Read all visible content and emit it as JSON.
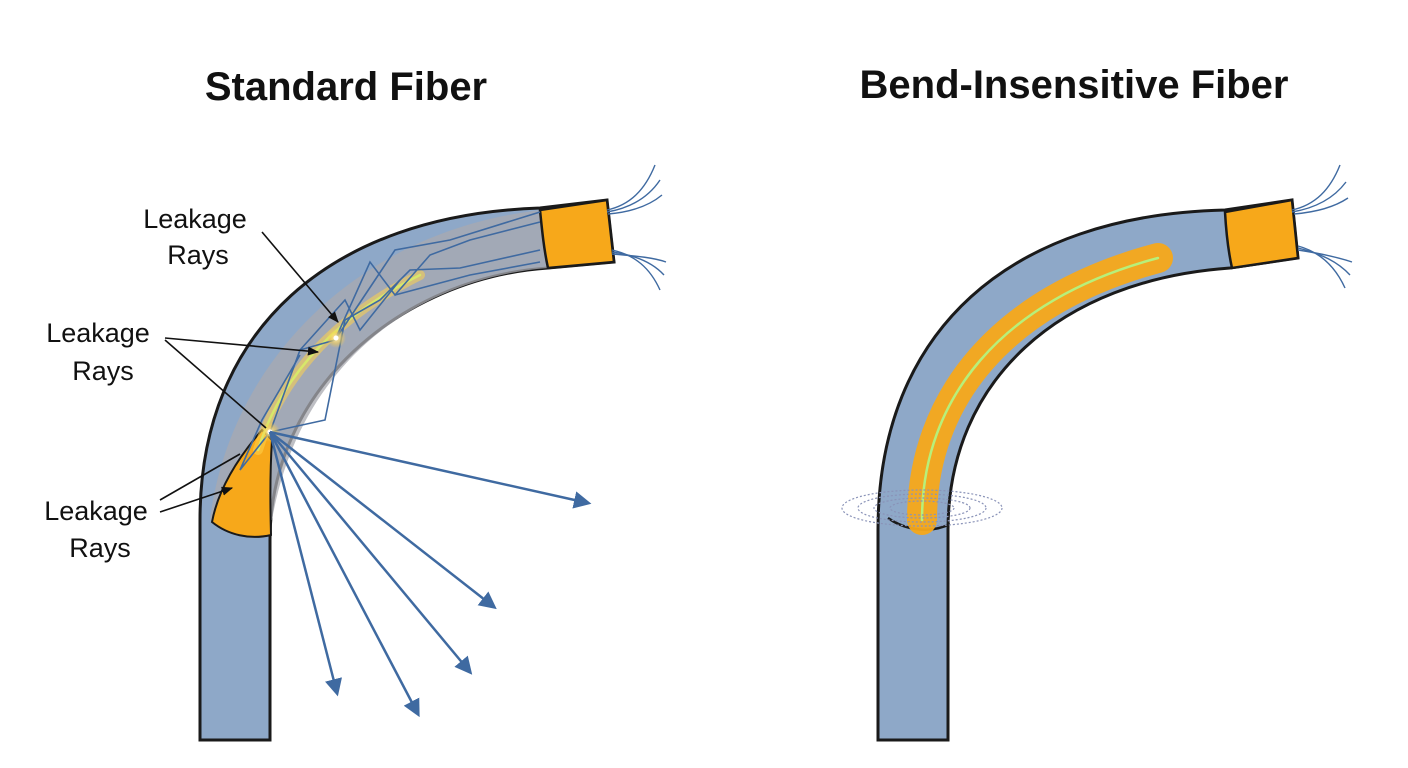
{
  "panels": [
    {
      "title": "Standard Fiber"
    },
    {
      "title": "Bend-Insensitive Fiber"
    }
  ],
  "callouts": [
    {
      "line1": "Leakage",
      "line2": "Rays"
    },
    {
      "line1": "Leakage",
      "line2": "Rays"
    },
    {
      "line1": "Leakage",
      "line2": "Rays"
    }
  ],
  "colors": {
    "cladding": "#8ea8c8",
    "outline": "#1a1a1a",
    "core": "#f7a81a",
    "core_line": "#b7f07a",
    "rays": "#3f6aa1",
    "leak_zone": "#a8aab0"
  }
}
